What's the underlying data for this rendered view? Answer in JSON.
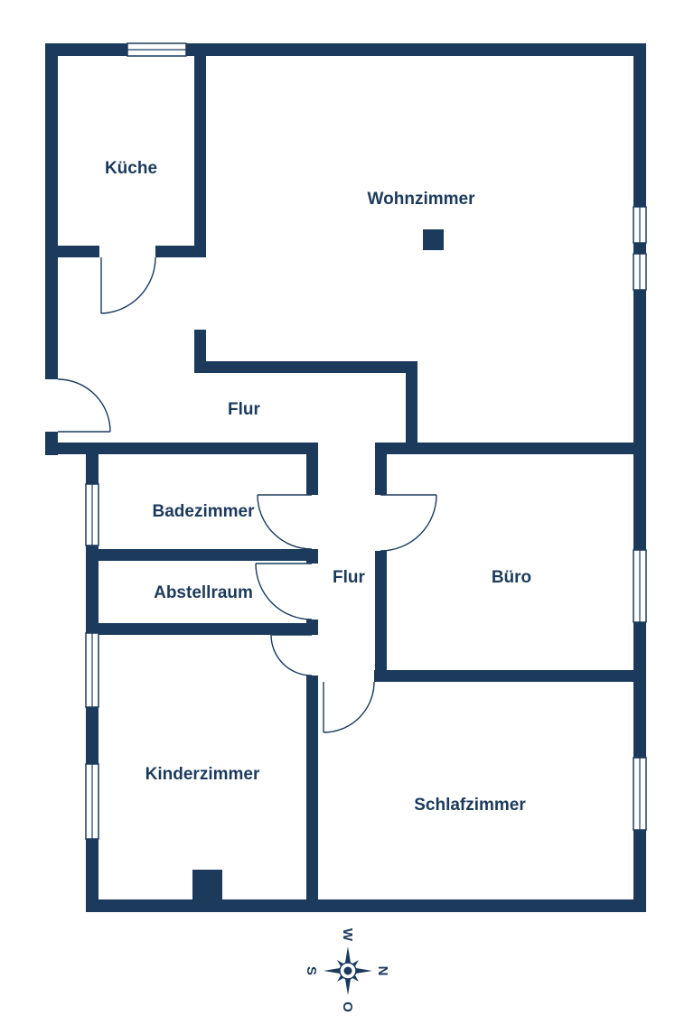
{
  "plan": {
    "type": "floorplan",
    "language": "de",
    "colors": {
      "wall": "#1b3a5c",
      "background": "#ffffff"
    },
    "rooms": {
      "kueche": {
        "label": "Küche"
      },
      "wohnzimmer": {
        "label": "Wohnzimmer"
      },
      "flur_oben": {
        "label": "Flur"
      },
      "badezimmer": {
        "label": "Badezimmer"
      },
      "abstellraum": {
        "label": "Abstellraum"
      },
      "flur_mitte": {
        "label": "Flur"
      },
      "buero": {
        "label": "Büro"
      },
      "kinderzimmer": {
        "label": "Kinderzimmer"
      },
      "schlafzimmer": {
        "label": "Schlafzimmer"
      }
    },
    "compass": {
      "north": "N",
      "east": "O",
      "south": "S",
      "west": "W"
    }
  }
}
